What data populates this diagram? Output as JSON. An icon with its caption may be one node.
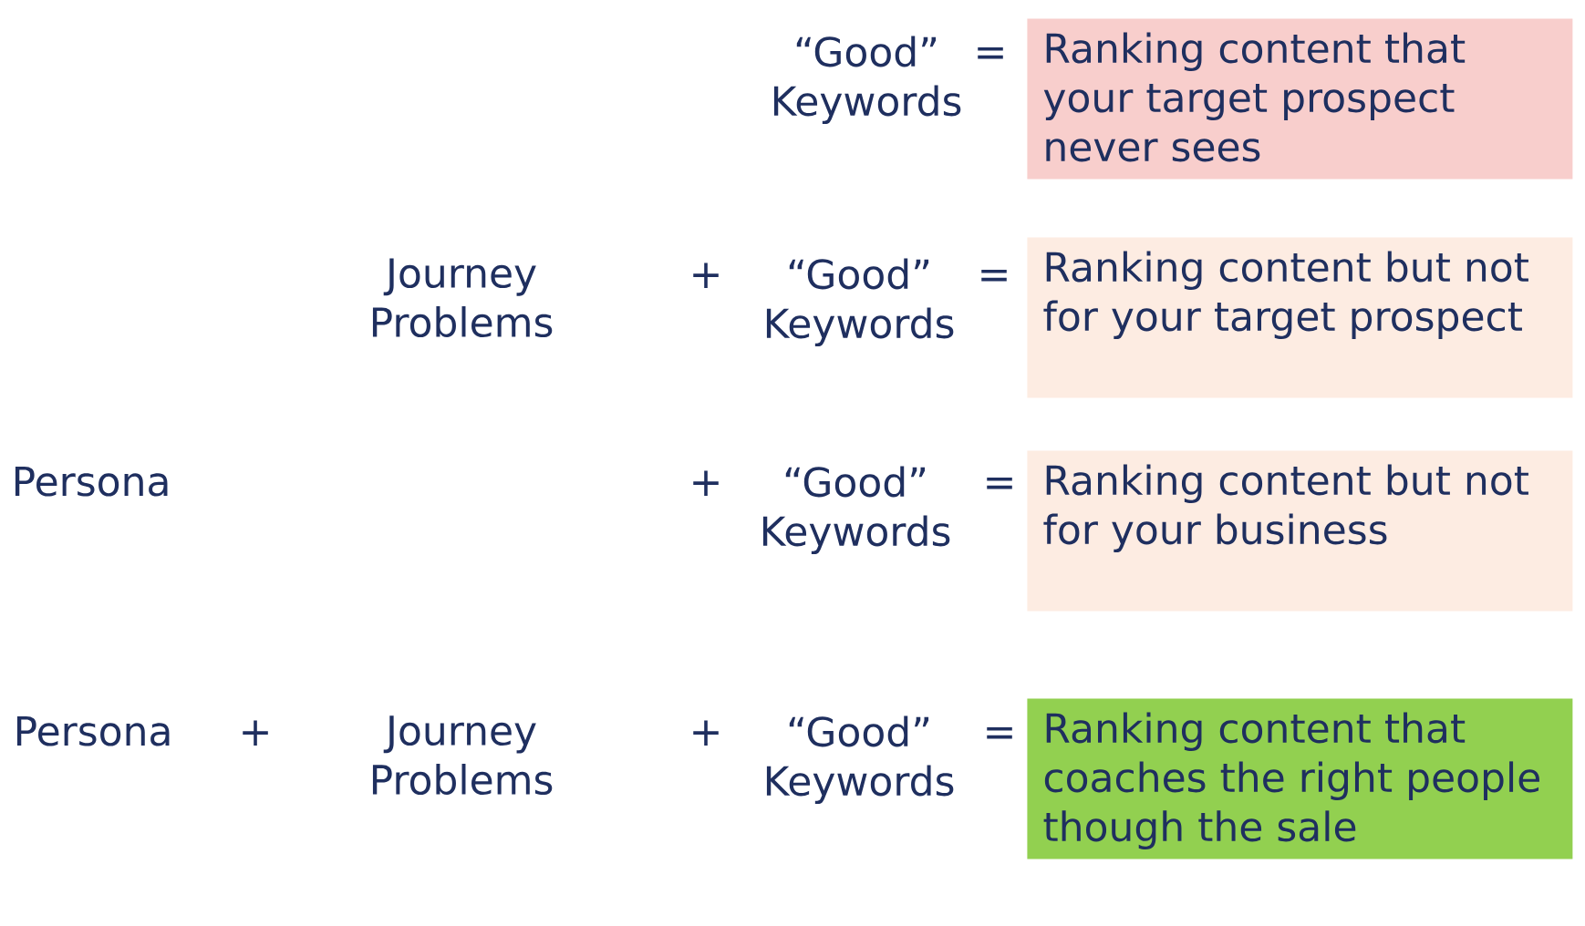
{
  "diagram": {
    "nodes": [
      {
        "text": [
          "Ranking content that your target prospect never sees"
        ]
      },
      {
        "text": [
          "Ranking content but not for your target prospect"
        ]
      },
      {
        "text": [
          "Ranking content but not for your business"
        ]
      },
      {
        "text": [
          "Ranking content that coaches the right people though the sale"
        ]
      }
    ],
    "labels": [
      "“Good” Keywords",
      "=",
      "Journey Problems",
      "+",
      "“Good” Keywords",
      "=",
      "Persona",
      "+",
      "“Good” Keywords",
      "=",
      "Persona",
      "+",
      "Journey Problems",
      "+",
      "“Good” Keywords",
      "="
    ]
  }
}
